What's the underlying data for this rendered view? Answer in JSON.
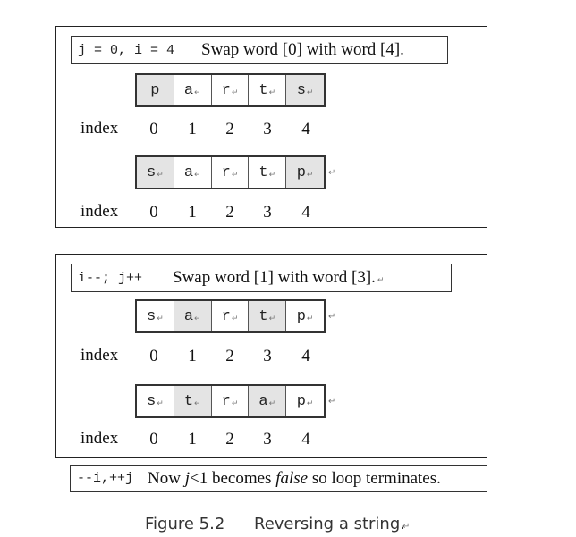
{
  "panel1": {
    "caption_code": "j = 0, i = 4",
    "caption_text": "Swap word [0] with word [4].",
    "before": [
      "p",
      "a",
      "r",
      "t",
      "s"
    ],
    "after": [
      "s",
      "a",
      "r",
      "t",
      "p"
    ],
    "index_label": "index",
    "indices": [
      "0",
      "1",
      "2",
      "3",
      "4"
    ]
  },
  "panel2": {
    "caption_code": "i--; j++",
    "caption_text": "Swap word [1] with word [3].",
    "before": [
      "s",
      "a",
      "r",
      "t",
      "p"
    ],
    "after": [
      "s",
      "t",
      "r",
      "a",
      "p"
    ],
    "index_label": "index",
    "indices": [
      "0",
      "1",
      "2",
      "3",
      "4"
    ]
  },
  "final": {
    "code": "--i,++j",
    "text_pre": "Now ",
    "text_var": "j",
    "text_mid": "<1 becomes ",
    "text_false": "false",
    "text_post": " so loop terminates."
  },
  "figure": {
    "number": "Figure 5.2",
    "title": "Reversing a string."
  },
  "marker_symbol": "↵"
}
